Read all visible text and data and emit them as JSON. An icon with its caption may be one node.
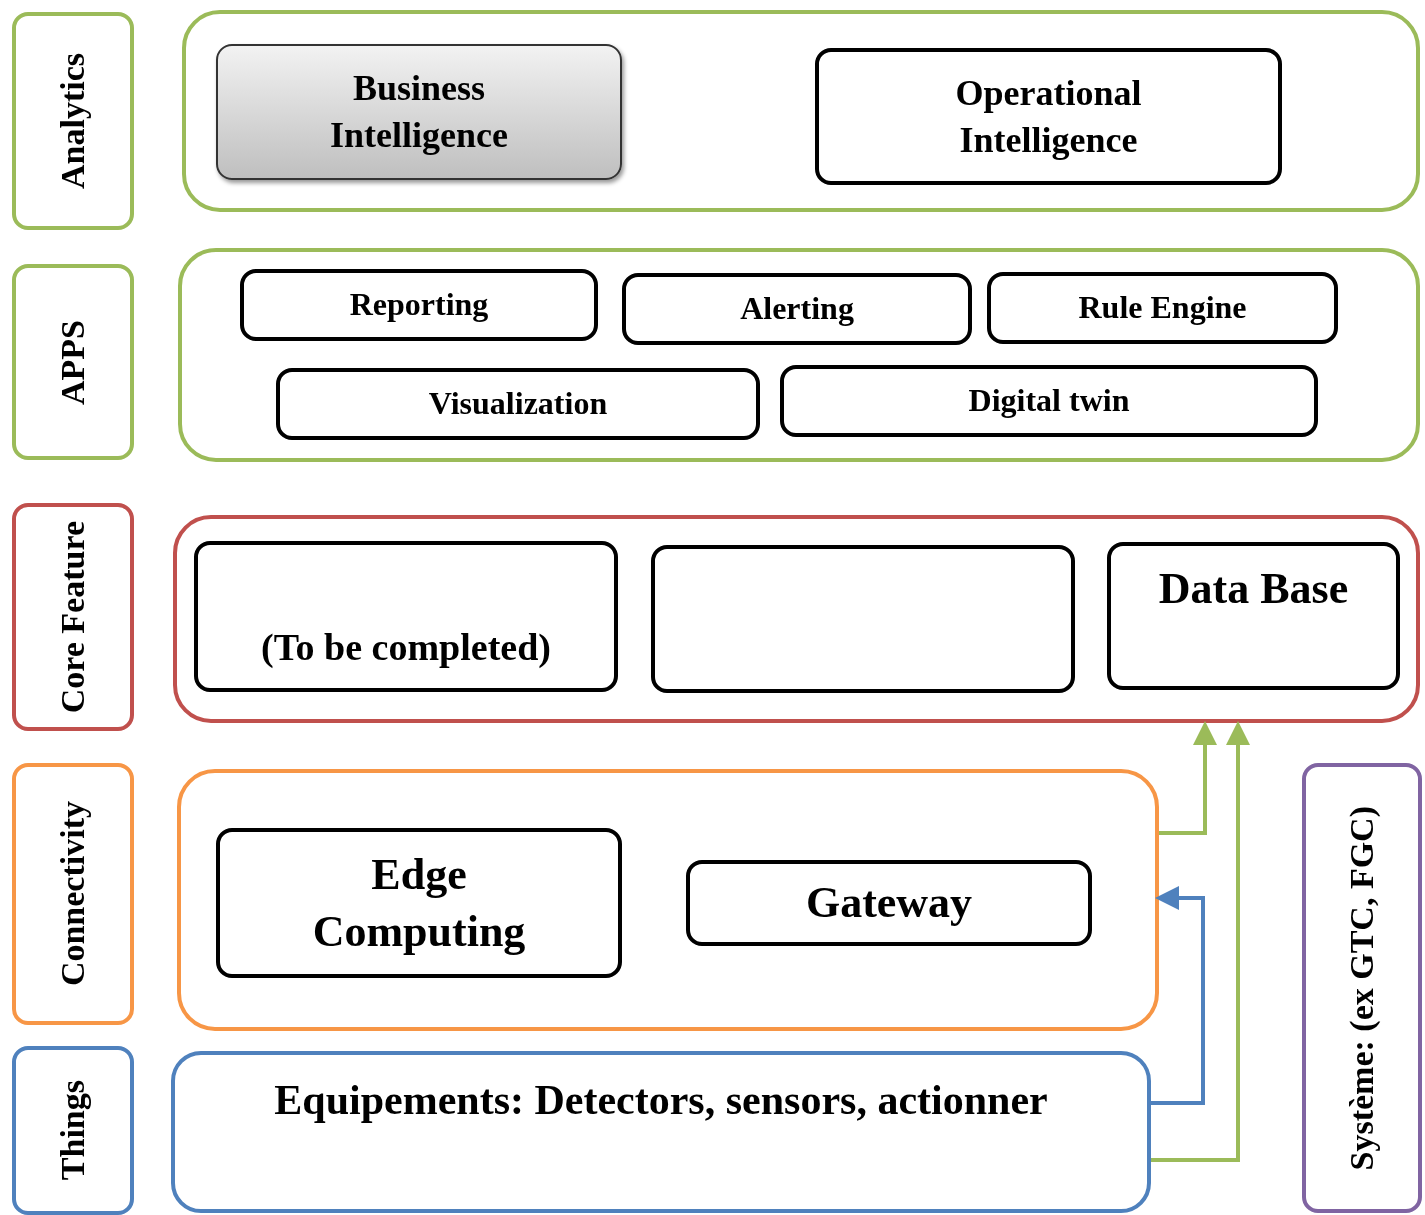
{
  "diagram": {
    "nodes": [
      {
        "text": [
          "Analytics"
        ]
      },
      {
        "text": [],
        "shape": "box"
      },
      {
        "text": [
          "Business Intelligence"
        ],
        "in": 1
      },
      {
        "text": [
          "Operational Intelligence"
        ],
        "in": 1
      },
      {
        "text": [
          "APPS"
        ]
      },
      {
        "text": [],
        "shape": "box"
      },
      {
        "text": [
          "Reporting"
        ],
        "in": 5
      },
      {
        "text": [
          "Alerting"
        ],
        "in": 5
      },
      {
        "text": [
          "Rule Engine"
        ],
        "in": 5
      },
      {
        "text": [
          "Visualization"
        ],
        "in": 5
      },
      {
        "text": [
          "Digital twin"
        ],
        "in": 5
      },
      {
        "text": [
          "Core Feature"
        ]
      },
      {
        "text": [],
        "shape": "box"
      },
      {
        "text": [
          "(To be completed)"
        ],
        "in": 12
      },
      {
        "text": [],
        "shape": "box",
        "in": 12
      },
      {
        "text": [
          "Data Base"
        ],
        "in": 12
      },
      {
        "text": [
          "Connectivity"
        ]
      },
      {
        "text": [],
        "shape": "box"
      },
      {
        "text": [
          "Edge Computing"
        ],
        "in": 17
      },
      {
        "text": [
          "Gateway"
        ],
        "in": 17
      },
      {
        "text": [
          "Things"
        ]
      },
      {
        "text": [
          "Equipements: Detectors, sensors, actionner"
        ]
      },
      {
        "text": [
          "Système: (ex GTC, FGC)"
        ]
      }
    ],
    "edges": [
      {
        "from": 17,
        "to": 12,
        "arrow": "to",
        "color": "#9bbb59"
      },
      {
        "from": 21,
        "to": 17,
        "arrow": "to",
        "color": "#4f81bd"
      },
      {
        "from": 21,
        "to": 12,
        "arrow": "to",
        "color": "#9bbb59"
      }
    ]
  }
}
